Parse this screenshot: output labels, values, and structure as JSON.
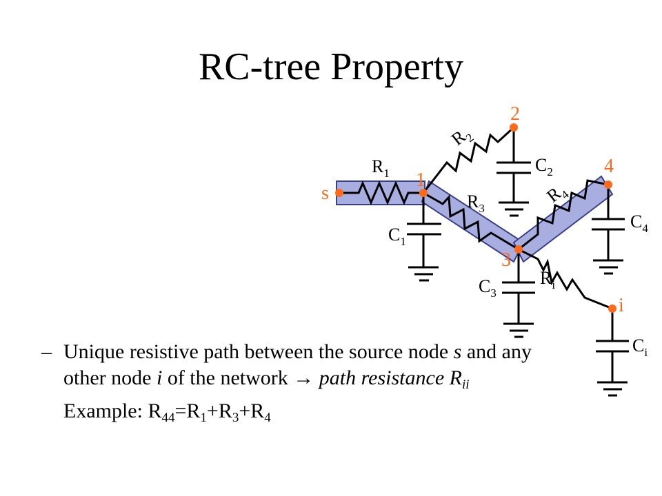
{
  "slide": {
    "title": "RC-tree Property"
  },
  "circuit": {
    "nodes": {
      "source": "s",
      "n1": "1",
      "n2": "2",
      "n3": "3",
      "n4": "4",
      "ni": "i"
    },
    "resistors": {
      "r1": {
        "main": "R",
        "sub": "1"
      },
      "r2": {
        "main": "R",
        "sub": "2"
      },
      "r3": {
        "main": "R",
        "sub": "3"
      },
      "r4": {
        "main": "R",
        "sub": "4"
      },
      "ri": {
        "main": "R",
        "sub": "i"
      }
    },
    "capacitors": {
      "c1": {
        "main": "C",
        "sub": "1"
      },
      "c2": {
        "main": "C",
        "sub": "2"
      },
      "c3": {
        "main": "C",
        "sub": "3"
      },
      "c4": {
        "main": "C",
        "sub": "4"
      },
      "ci": {
        "main": "C",
        "sub": "i"
      }
    },
    "colors": {
      "node_dot": "#ff6a1a",
      "path_highlight": "#a9aee0"
    }
  },
  "text": {
    "bullet_dash": "–",
    "bullet_part1": "Unique resistive path between the source node ",
    "bullet_s": "s",
    "bullet_part2": " and any other node ",
    "bullet_i": "i",
    "bullet_part3": " of the network ",
    "bullet_arrow": "→",
    "bullet_part4": " ",
    "bullet_path_res": "path resistance R",
    "bullet_path_sub": "ii",
    "example_label": "Example: ",
    "example_lhs": "R",
    "example_lhs_sub": "44",
    "example_eq": "=",
    "example_t1": "R",
    "example_t1_sub": "1",
    "example_plus1": "+",
    "example_t2": "R",
    "example_t2_sub": "3",
    "example_plus2": "+",
    "example_t3": "R",
    "example_t3_sub": "4"
  }
}
